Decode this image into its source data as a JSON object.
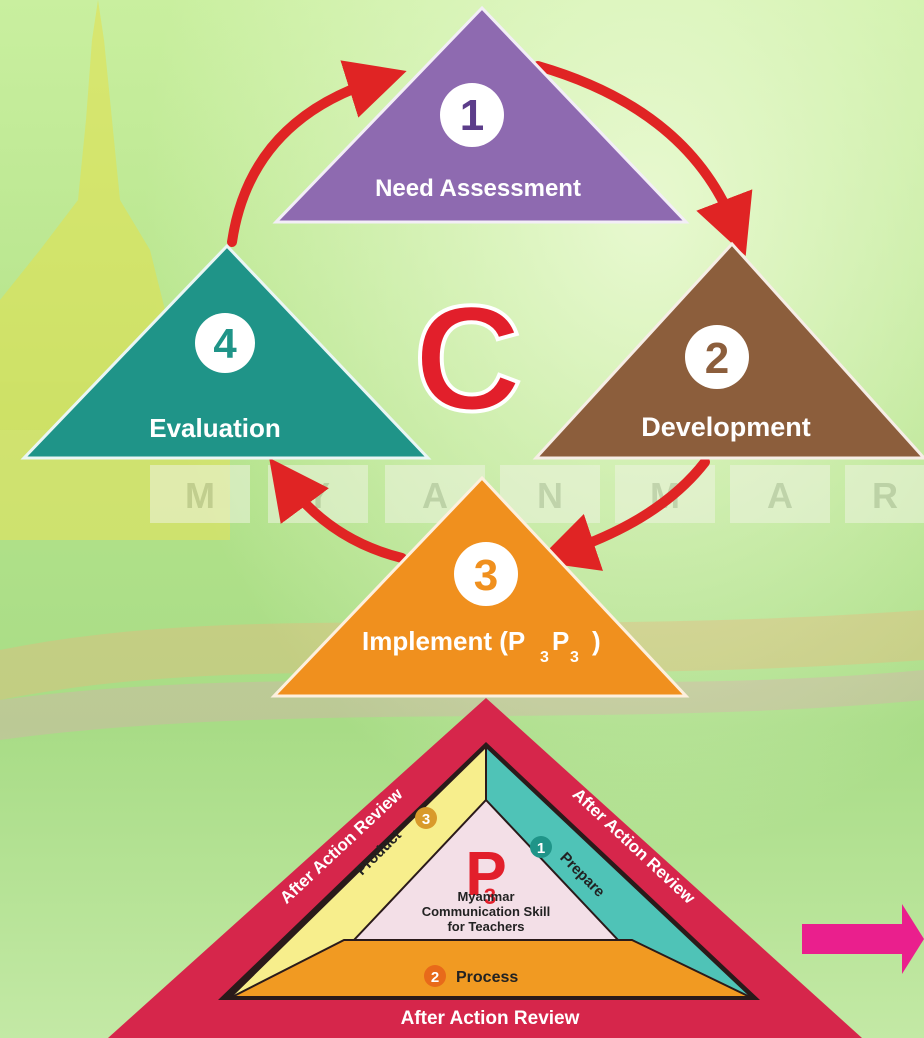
{
  "cycle": {
    "center_letter": "C",
    "steps": [
      {
        "number": "1",
        "label": "Need Assessment",
        "color": "#8e6ab0"
      },
      {
        "number": "2",
        "label": "Development",
        "color": "#8c5e3c"
      },
      {
        "number": "3",
        "label_main": "Implement (P",
        "sub1": "3",
        "mid": "P",
        "sub2": "3",
        "close": ")",
        "color": "#f0901e"
      },
      {
        "number": "4",
        "label": "Evaluation",
        "color": "#1f9488"
      }
    ],
    "arrow_color": "#e02424"
  },
  "watermark_letters": [
    "M",
    "Y",
    "A",
    "N",
    "M",
    "A",
    "R"
  ],
  "p3": {
    "big_letter": "P",
    "big_sub": "3",
    "center_lines": [
      "Myanmar",
      "Communication Skill",
      "for Teachers"
    ],
    "review_label": "After Action Review",
    "prepare": {
      "number": "1",
      "label": "Prepare"
    },
    "process": {
      "number": "2",
      "label": "Process"
    },
    "product": {
      "number": "3",
      "label": "Product"
    }
  },
  "colors": {
    "frame": "#d6264b",
    "yellow": "#f7ee8c",
    "teal": "#4fc3b7",
    "orange": "#f19a22",
    "pink_center": "#f3dfe7",
    "pink_arrow": "#ea1f8d"
  }
}
